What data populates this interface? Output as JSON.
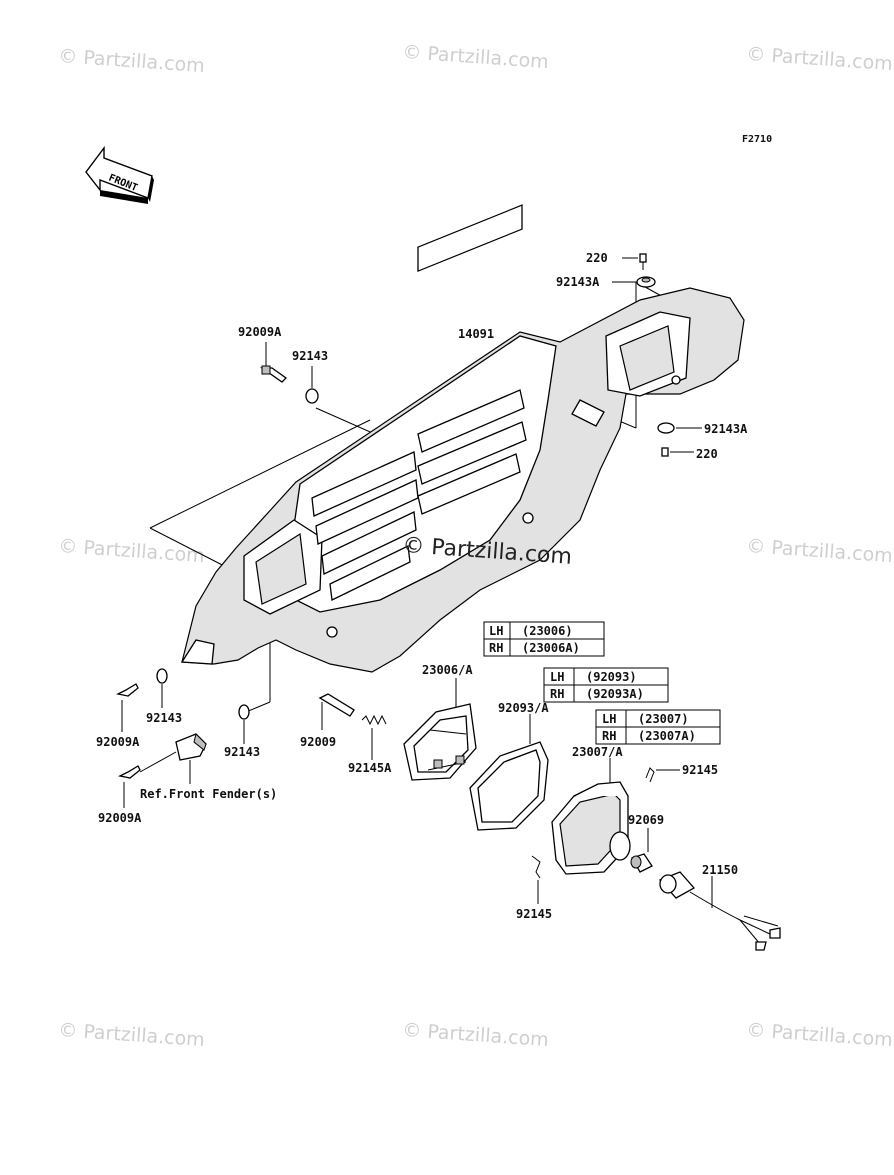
{
  "figure_code": "F2710",
  "front_arrow_label": "FRONT",
  "watermarks": {
    "text": "© Partzilla.com",
    "center_text": "© Partzilla.com"
  },
  "parts": {
    "p220_top": "220",
    "p92143A_top": "92143A",
    "p14091": "14091",
    "p92009A_a": "92009A",
    "p92143_a": "92143",
    "p92143A_mid": "92143A",
    "p220_mid": "220",
    "p92009A_b": "92009A",
    "p92143_b": "92143",
    "p92143_c": "92143",
    "p92009A_c": "92009A",
    "p92009": "92009",
    "p92145A": "92145A",
    "p23006A": "23006/A",
    "p92093A": "92093/A",
    "p23007A": "23007/A",
    "p92145_a": "92145",
    "p92069": "92069",
    "p21150": "21150",
    "p92145_b": "92145",
    "ref_front_fender": "Ref.Front Fender(s)"
  },
  "tables": {
    "t23006": {
      "lh_label": "LH",
      "lh_value": "(23006)",
      "rh_label": "RH",
      "rh_value": "(23006A)"
    },
    "t92093": {
      "lh_label": "LH",
      "lh_value": "(92093)",
      "rh_label": "RH",
      "rh_value": "(92093A)"
    },
    "t23007": {
      "lh_label": "LH",
      "lh_value": "(23007)",
      "rh_label": "RH",
      "rh_value": "(23007A)"
    }
  }
}
